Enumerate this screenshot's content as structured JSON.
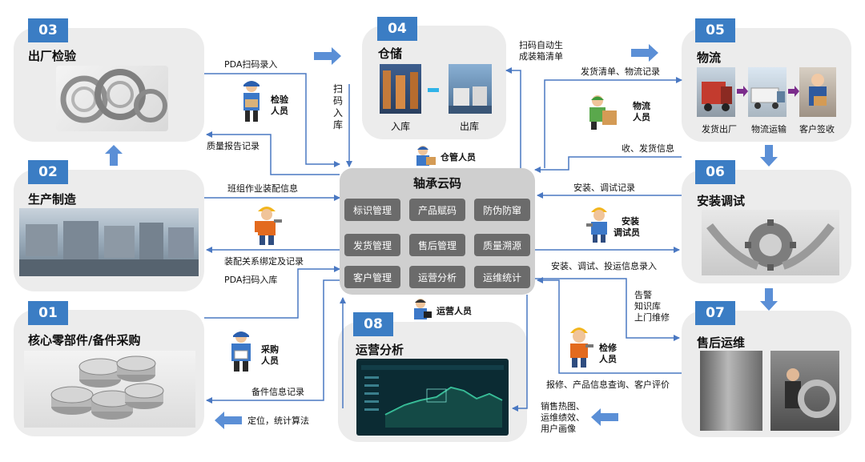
{
  "panels": {
    "p03": {
      "num": "03",
      "title": "出厂检验"
    },
    "p02": {
      "num": "02",
      "title": "生产制造"
    },
    "p01": {
      "num": "01",
      "title": "核心零部件/备件采购"
    },
    "p04": {
      "num": "04",
      "title": "仓储",
      "in_label": "入库",
      "out_label": "出库"
    },
    "p05": {
      "num": "05",
      "title": "物流",
      "steps": [
        "发货出厂",
        "物流运输",
        "客户签收"
      ]
    },
    "p06": {
      "num": "06",
      "title": "安装调试"
    },
    "p07": {
      "num": "07",
      "title": "售后运维"
    },
    "p08": {
      "num": "08",
      "title": "运营分析"
    }
  },
  "hub": {
    "title": "轴承云码",
    "modules": [
      "标识管理",
      "产品赋码",
      "防伪防窜",
      "发货管理",
      "售后管理",
      "质量溯源",
      "客户管理",
      "运营分析",
      "运维统计"
    ]
  },
  "roles": {
    "inspector": [
      "检验",
      "人员"
    ],
    "worker": "",
    "purchaser": [
      "采购",
      "人员"
    ],
    "warehouse": "仓管人员",
    "logistics": [
      "物流",
      "人员"
    ],
    "installer": [
      "安装",
      "调试员"
    ],
    "repairer": [
      "检修",
      "人员"
    ],
    "operator": "运营人员"
  },
  "flows": {
    "pda_entry": "PDA扫码录入",
    "quality_report": "质量报告记录",
    "team_assembly": "班组作业装配信息",
    "assembly_binding": "装配关系绑定及记录",
    "pda_storage": "PDA扫码入库",
    "spare_parts": "备件信息记录",
    "locate": "定位，统计算法",
    "scan_storage": [
      "扫",
      "码",
      "入",
      "库"
    ],
    "auto_pack": [
      "扫码自动生",
      "成装箱清单"
    ],
    "shipping_list": "发货清单、物流记录",
    "receive_info": "收、发货信息",
    "install_record": "安装、调试记录",
    "install_entry": "安装、调试、投运信息录入",
    "alarm": [
      "告警",
      "知识库",
      "上门维修"
    ],
    "repair_query": "报修、产品信息查询、客户评价",
    "sales_heat": [
      "销售热图、",
      "运维绩效、",
      "用户画像"
    ]
  },
  "colors": {
    "accent": "#3b7dc4",
    "panel": "#ececec",
    "hub": "#cfcfcf",
    "module": "#6b6b6b",
    "line": "#4a78c2"
  }
}
